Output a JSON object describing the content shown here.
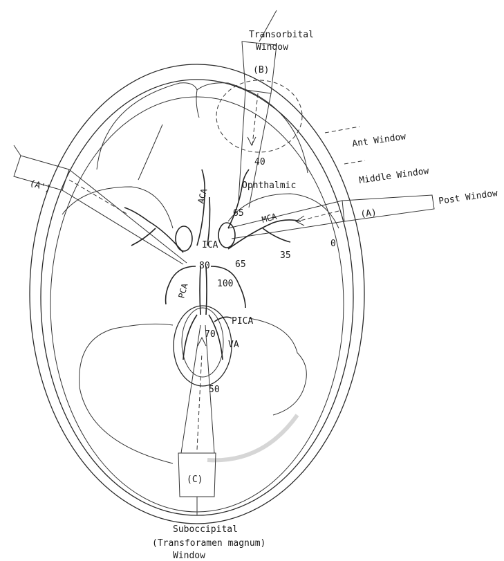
{
  "labels": {
    "transorbital_window": [
      "Transorbital",
      "Window"
    ],
    "b_marker": "(B)",
    "ant_window": "Ant Window",
    "middle_window": "Middle Window",
    "post_window": "Post Window",
    "a_prime_marker": "(A')",
    "a_marker": "(A)",
    "c_marker": "(C)",
    "suboccipital_window": [
      "Suboccipital",
      "(Transforamen magnum)",
      "Window"
    ]
  },
  "vessels": {
    "aca": "ACA",
    "ophthalmic": "Ophthalmic",
    "mca": "MCA",
    "ica": "ICA",
    "pca": "PCA",
    "pica": "PICA",
    "va": "VA"
  },
  "depths": {
    "d40": "40",
    "d65_upper": "65",
    "d0": "0",
    "d35": "35",
    "d80": "80",
    "d65_lower": "65",
    "d100": "100",
    "d70": "70",
    "d50": "50"
  }
}
